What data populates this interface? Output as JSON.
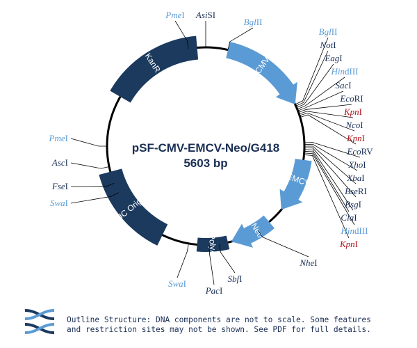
{
  "plasmid": {
    "name": "pSF-CMV-EMCV-Neo/G418",
    "size": "5603 bp"
  },
  "features": [
    {
      "id": "kanr",
      "label": "KanR",
      "color": "#1b3a5e"
    },
    {
      "id": "cmv",
      "label": "CMV",
      "color": "#5b9bd5"
    },
    {
      "id": "emcv",
      "label": "EMCV",
      "color": "#5b9bd5"
    },
    {
      "id": "neo",
      "label": "Neo",
      "color": "#5b9bd5"
    },
    {
      "id": "polya",
      "label": "PolyA",
      "color": "#1b3a5e"
    },
    {
      "id": "puc",
      "label": "pUC Origin",
      "color": "#1b3a5e"
    }
  ],
  "sites": [
    {
      "id": "pmei-top",
      "main": "Pme",
      "rest": "I",
      "color": "#5b9bd5"
    },
    {
      "id": "asisi",
      "main": "Asi",
      "rest": "SI",
      "color": "#1b2f55"
    },
    {
      "id": "bglii-top",
      "main": "Bgl",
      "rest": "II",
      "color": "#5b9bd5"
    },
    {
      "id": "bglii",
      "main": "Bgl",
      "rest": "II",
      "color": "#5b9bd5"
    },
    {
      "id": "noti",
      "main": "Not",
      "rest": "I",
      "color": "#1b2f55"
    },
    {
      "id": "eagi",
      "main": "Eag",
      "rest": "I",
      "color": "#1b2f55"
    },
    {
      "id": "hindiii-1",
      "main": "Hin",
      "rest": "dIII",
      "color": "#5b9bd5"
    },
    {
      "id": "saci",
      "main": "Sac",
      "rest": "I",
      "color": "#1b2f55"
    },
    {
      "id": "ecori",
      "main": "Eco",
      "rest": "RI",
      "color": "#1b2f55"
    },
    {
      "id": "kpni-1",
      "main": "Kpn",
      "rest": "I",
      "color": "#b0141c"
    },
    {
      "id": "ncoi",
      "main": "Nco",
      "rest": "I",
      "color": "#1b2f55"
    },
    {
      "id": "kpni-2",
      "main": "Kpn",
      "rest": "I",
      "color": "#b0141c"
    },
    {
      "id": "ecorv",
      "main": "Eco",
      "rest": "RV",
      "color": "#1b2f55"
    },
    {
      "id": "xhoi",
      "main": "Xho",
      "rest": "I",
      "color": "#1b2f55"
    },
    {
      "id": "xbai",
      "main": "Xba",
      "rest": "I",
      "color": "#1b2f55"
    },
    {
      "id": "bseri",
      "main": "Bse",
      "rest": "RI",
      "color": "#1b2f55"
    },
    {
      "id": "bsgi",
      "main": "Bsg",
      "rest": "I",
      "color": "#1b2f55"
    },
    {
      "id": "clai",
      "main": "Cla",
      "rest": "I",
      "color": "#1b2f55"
    },
    {
      "id": "hindiii-2",
      "main": "Hin",
      "rest": "dIII",
      "color": "#5b9bd5"
    },
    {
      "id": "kpni-3",
      "main": "Kpn",
      "rest": "I",
      "color": "#b0141c"
    },
    {
      "id": "nhei",
      "main": "Nhe",
      "rest": "I",
      "color": "#1b2f55"
    },
    {
      "id": "sbfi",
      "main": "Sbf",
      "rest": "I",
      "color": "#1b2f55"
    },
    {
      "id": "paci",
      "main": "Pac",
      "rest": "I",
      "color": "#1b2f55"
    },
    {
      "id": "swai-bottom",
      "main": "Swa",
      "rest": "I",
      "color": "#5b9bd5"
    },
    {
      "id": "swai-left",
      "main": "Swa",
      "rest": "I",
      "color": "#5b9bd5"
    },
    {
      "id": "fsei",
      "main": "Fse",
      "rest": "I",
      "color": "#1b2f55"
    },
    {
      "id": "asci",
      "main": "Asc",
      "rest": "I",
      "color": "#1b2f55"
    },
    {
      "id": "pmei-left",
      "main": "Pme",
      "rest": "I",
      "color": "#5b9bd5"
    }
  ],
  "footer": {
    "line1": "Outline Structure: DNA components are not to scale. Some features",
    "line2": "and restriction sites may not be shown. See PDF for full details."
  },
  "colors": {
    "dark": "#1b3a5e",
    "light": "#5b9bd5",
    "red": "#b0141c",
    "text": "#1b2f55"
  }
}
